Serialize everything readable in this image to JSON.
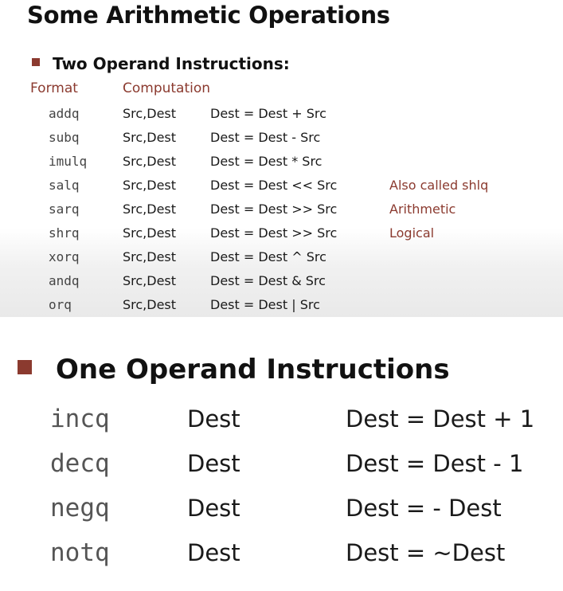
{
  "slide1": {
    "title": "Some Arithmetic Operations",
    "section": "Two Operand Instructions:",
    "headers": {
      "format": "Format",
      "computation": "Computation"
    },
    "rows": [
      {
        "op": "addq",
        "args": "Src,Dest",
        "comp": "Dest = Dest + Src",
        "note": ""
      },
      {
        "op": "subq",
        "args": "Src,Dest",
        "comp": "Dest = Dest - Src",
        "note": ""
      },
      {
        "op": "imulq",
        "args": "Src,Dest",
        "comp": "Dest = Dest * Src",
        "note": ""
      },
      {
        "op": "salq",
        "args": "Src,Dest",
        "comp": "Dest = Dest << Src",
        "note": "Also called shlq"
      },
      {
        "op": "sarq",
        "args": "Src,Dest",
        "comp": "Dest = Dest >> Src",
        "note": "Arithmetic"
      },
      {
        "op": "shrq",
        "args": "Src,Dest",
        "comp": "Dest = Dest >> Src",
        "note": "Logical"
      },
      {
        "op": "xorq",
        "args": "Src,Dest",
        "comp": "Dest = Dest ^ Src",
        "note": ""
      },
      {
        "op": "andq",
        "args": "Src,Dest",
        "comp": "Dest = Dest & Src",
        "note": ""
      },
      {
        "op": "orq",
        "args": "Src,Dest",
        "comp": "Dest = Dest | Src",
        "note": ""
      }
    ]
  },
  "slide2": {
    "section": "One Operand Instructions",
    "rows": [
      {
        "op": "incq",
        "args": "Dest",
        "comp": "Dest = Dest + 1"
      },
      {
        "op": "decq",
        "args": "Dest",
        "comp": "Dest = Dest - 1"
      },
      {
        "op": "negq",
        "args": "Dest",
        "comp": "Dest = - Dest"
      },
      {
        "op": "notq",
        "args": "Dest",
        "comp": "Dest = ~Dest"
      }
    ]
  },
  "colors": {
    "accent": "#8b3a2f",
    "text": "#1a1a1a",
    "mono": "#444444"
  }
}
